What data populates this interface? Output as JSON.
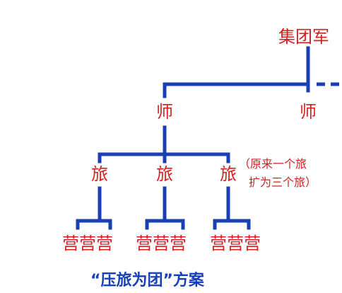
{
  "colors": {
    "line": "#1a3fb5",
    "label": "#d42020",
    "caption": "#1540b8"
  },
  "diagram": {
    "army_group": "集团军",
    "division_main": "师",
    "division_other": "师",
    "brigades": [
      "旅",
      "旅",
      "旅"
    ],
    "note_line1": "（原来一个旅",
    "note_line2": "扩为三个旅）",
    "battalions": [
      "营营营",
      "营营营",
      "营营营"
    ],
    "caption": "“压旅为团”方案"
  }
}
